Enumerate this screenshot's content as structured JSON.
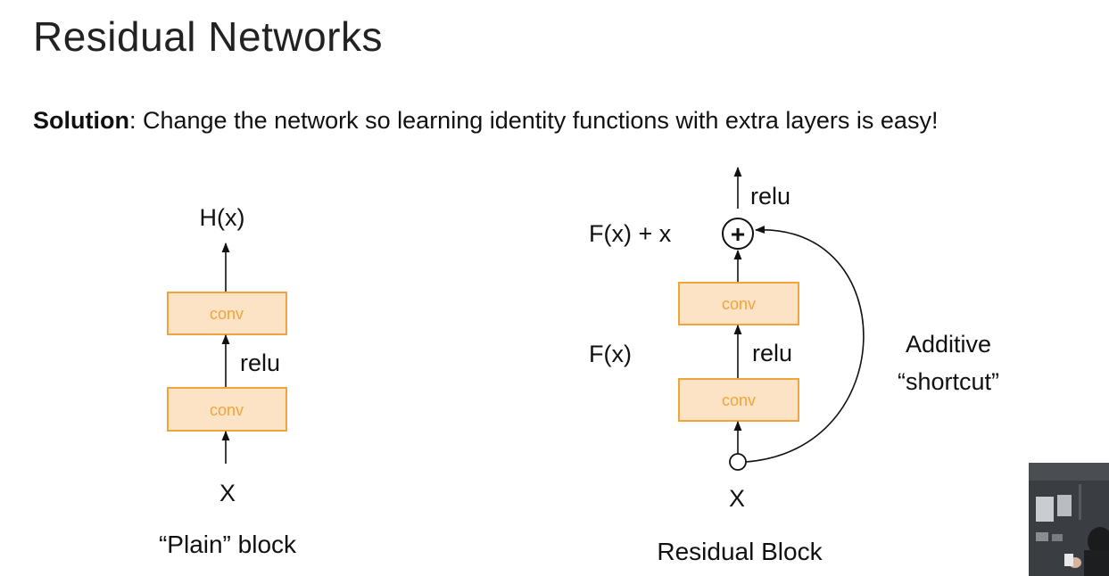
{
  "slide": {
    "title": "Residual Networks",
    "solution_label": "Solution",
    "solution_text": ": Change the network so learning identity functions with extra layers is easy!"
  },
  "plain_block": {
    "output_label": "H(x)",
    "conv_top": "conv",
    "conv_bottom": "conv",
    "relu": "relu",
    "input_label": "X",
    "caption": "“Plain” block"
  },
  "residual_block": {
    "relu_top": "relu",
    "sum_label": "F(x) + x",
    "conv_top": "conv",
    "conv_bottom": "conv",
    "fx_label": "F(x)",
    "relu_mid": "relu",
    "shortcut_line1": "Additive",
    "shortcut_line2": "“shortcut”",
    "input_label": "X",
    "caption": "Residual Block",
    "plus_symbol": "+"
  },
  "colors": {
    "conv_fill": "#fde3c5",
    "conv_stroke": "#f0a43a",
    "conv_text": "#f0a43a"
  }
}
